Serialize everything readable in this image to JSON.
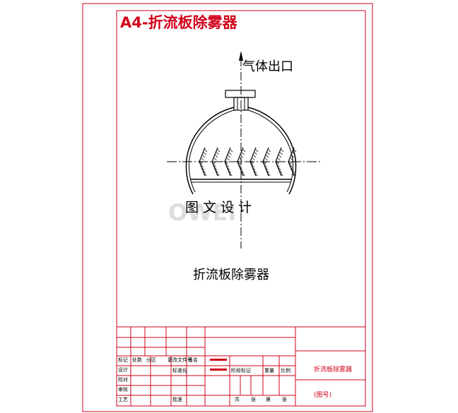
{
  "sheet_title": "A4-折流板除雾器",
  "gas_outlet_label": "气体出口",
  "watermark_text": "图 文 设 计",
  "drawing_caption": "折流板除雾器",
  "title_block": {
    "drawing_name": "折流板除雾器",
    "drawing_number": "(图号)",
    "standardization": "标准化",
    "checked": "校对",
    "cells": {
      "mark": "标记",
      "count": "处数",
      "zone": "分区",
      "change_doc": "更改文件号",
      "sign": "签名",
      "design": "设计",
      "review": "审核",
      "process": "工艺",
      "approve": "批准",
      "stage_mark": "阶段标记",
      "weight": "重量",
      "scale": "比例",
      "total": "共",
      "sheets": "张",
      "page": "第",
      "sheet": "张"
    }
  },
  "colors": {
    "frame": "#d0001a",
    "drawing": "#000000",
    "watermark": "#bbbbbb"
  }
}
